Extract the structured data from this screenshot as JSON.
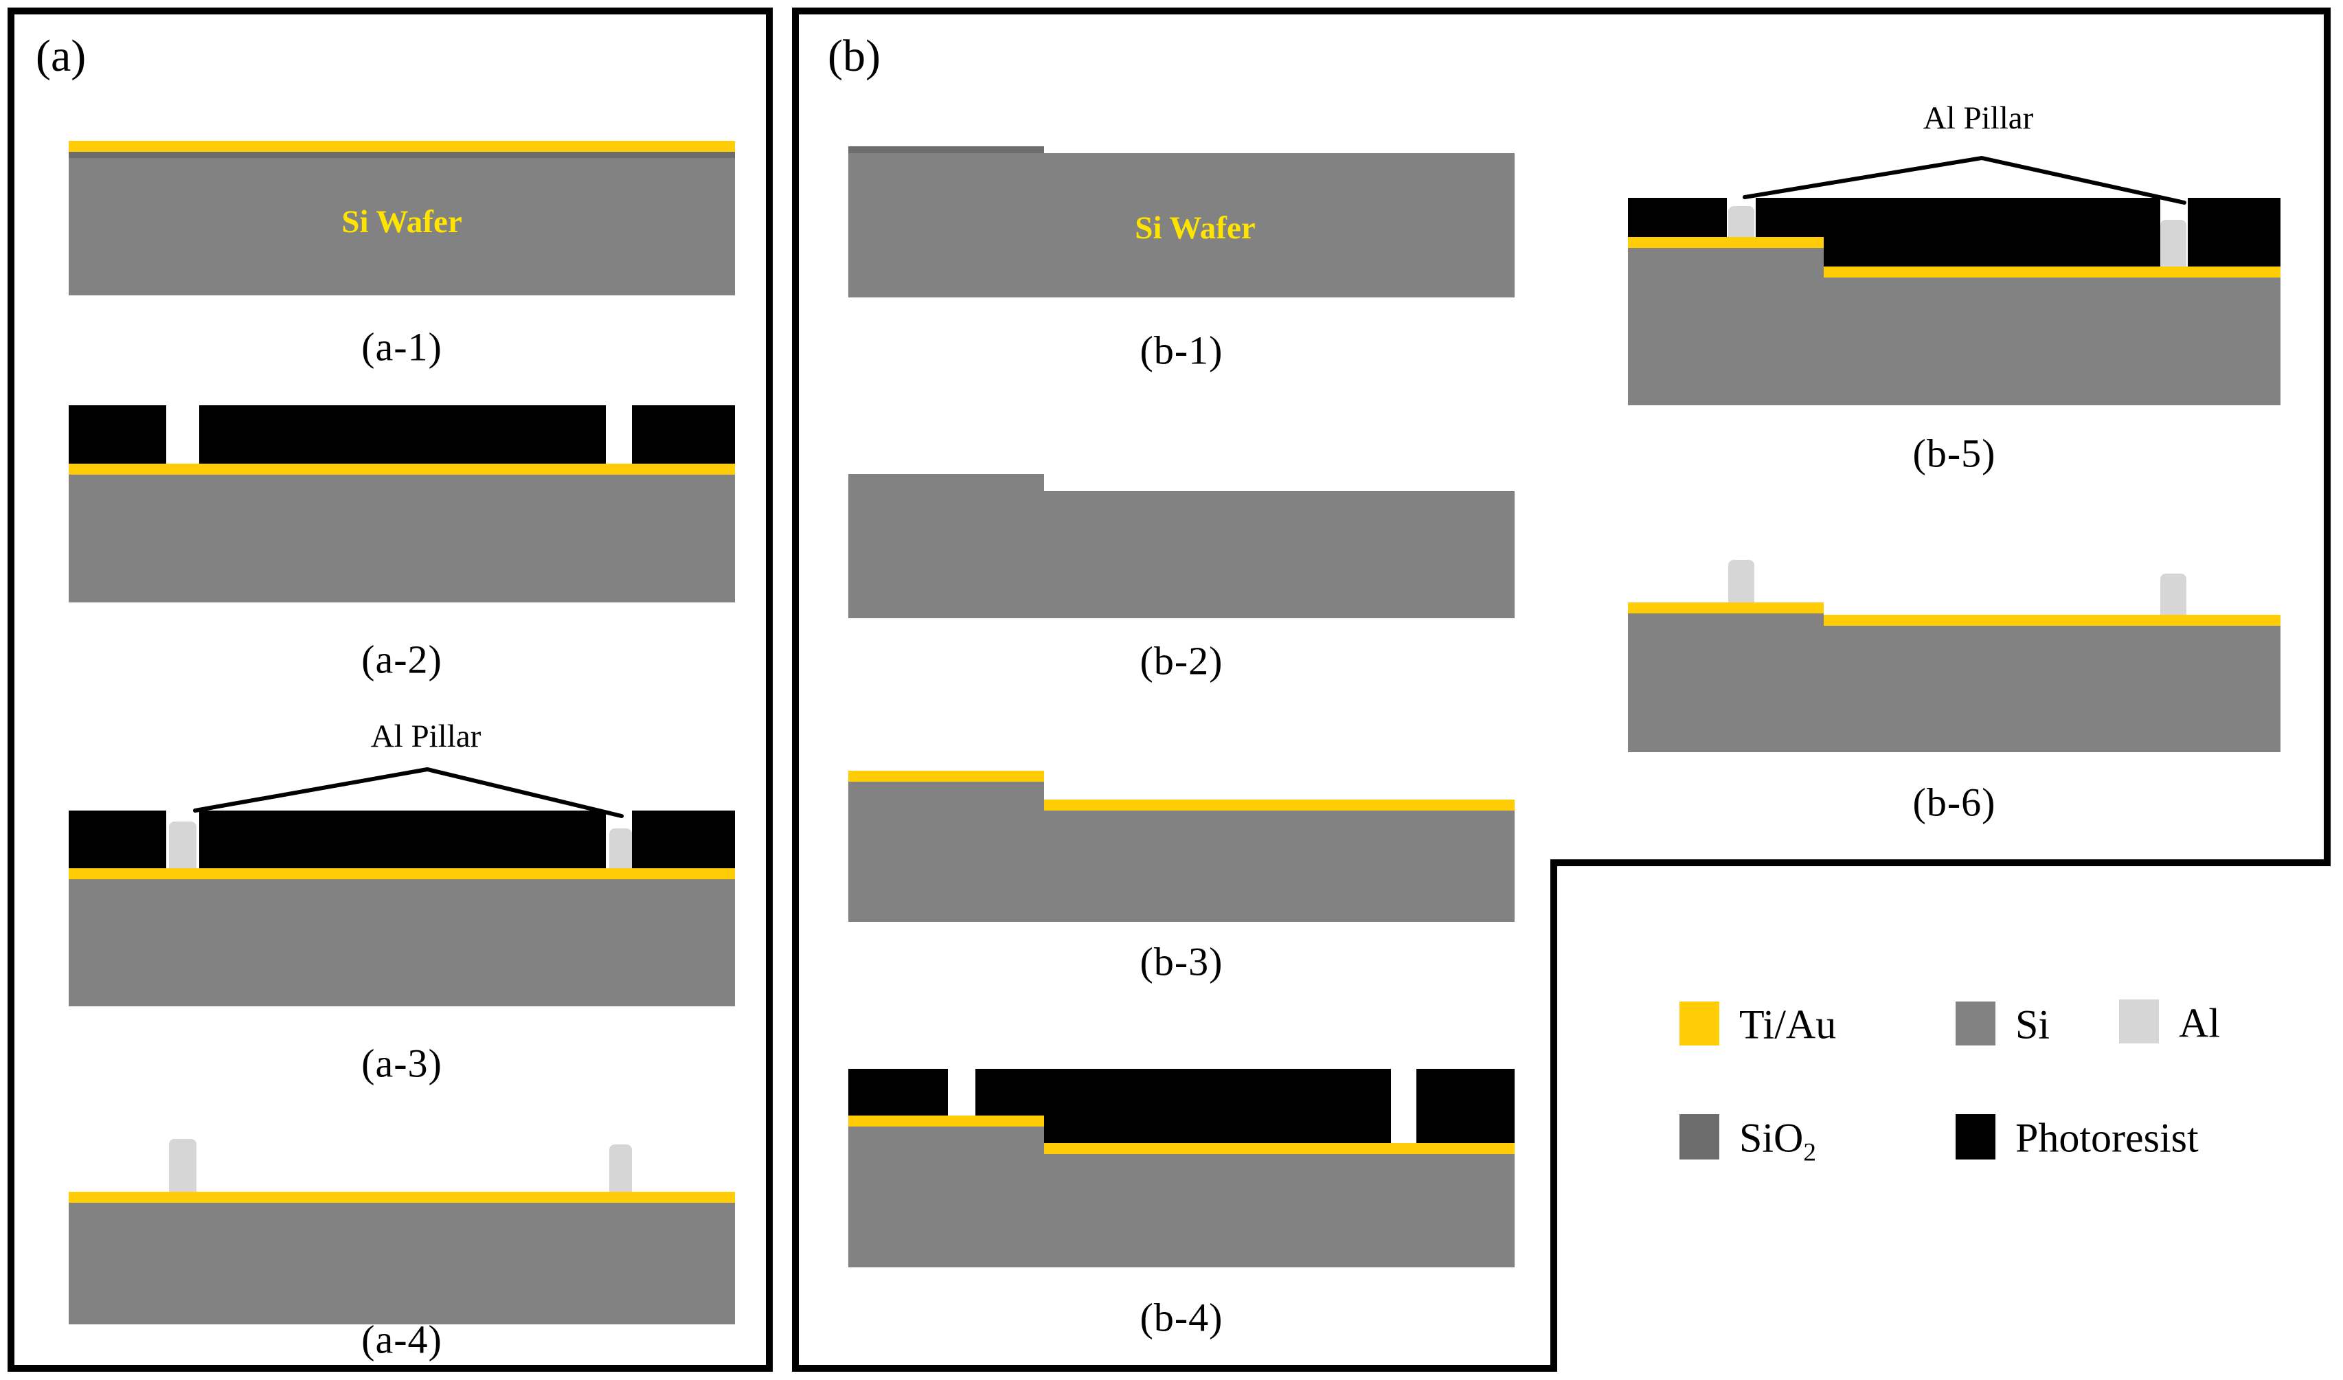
{
  "colors": {
    "ti_au": "#FFCC05",
    "si": "#828282",
    "sio2": "#6C6C6C",
    "al": "#D6D6D6",
    "photoresist": "#000000",
    "wafer_text": "#FFE400",
    "border": "#000000",
    "background": "#FFFFFF"
  },
  "panel_a": {
    "label": "(a)",
    "step1": {
      "label": "(a-1)",
      "wafer_text": "Si Wafer"
    },
    "step2": {
      "label": "(a-2)"
    },
    "step3": {
      "label": "(a-3)",
      "annotation": "Al Pillar"
    },
    "step4": {
      "label": "(a-4)"
    }
  },
  "panel_b": {
    "label": "(b)",
    "step1": {
      "label": "(b-1)",
      "wafer_text": "Si Wafer"
    },
    "step2": {
      "label": "(b-2)"
    },
    "step3": {
      "label": "(b-3)"
    },
    "step4": {
      "label": "(b-4)"
    },
    "step5": {
      "label": "(b-5)",
      "annotation": "Al Pillar"
    },
    "step6": {
      "label": "(b-6)"
    }
  },
  "legend": {
    "items": [
      {
        "label": "Ti/Au",
        "color_key": "ti_au"
      },
      {
        "label": "Si",
        "color_key": "si"
      },
      {
        "label": "Al",
        "color_key": "al"
      },
      {
        "label": "SiO",
        "subscript": "2",
        "color_key": "sio2"
      },
      {
        "label": "Photoresist",
        "color_key": "photoresist"
      }
    ]
  }
}
